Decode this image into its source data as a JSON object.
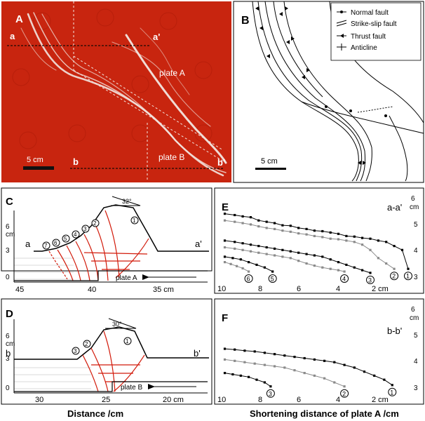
{
  "panels": {
    "A": {
      "letter": "A",
      "sec1": [
        "a",
        "a'"
      ],
      "sec2": [
        "b",
        "b'"
      ],
      "plate_a": "plate A",
      "plate_b": "plate B",
      "scale": "5 cm",
      "colors": {
        "bg": "#c8250f",
        "fault": "#f2e6e0"
      }
    },
    "B": {
      "letter": "B",
      "scale": "5 cm",
      "legend": [
        "Normal fault",
        "Strike-slip fault",
        "Thrust fault",
        "Anticline"
      ]
    },
    "C": {
      "letter": "C",
      "ends": [
        "a",
        "a'"
      ],
      "y_unit": "cm",
      "y_ticks": [
        "6",
        "3",
        "0"
      ],
      "x_ticks": [
        "45",
        "40",
        "35 cm"
      ],
      "angle": "32°",
      "plate": "plate A",
      "faults": [
        "7",
        "6",
        "5",
        "4",
        "3",
        "2",
        "1"
      ]
    },
    "D": {
      "letter": "D",
      "ends": [
        "b",
        "b'"
      ],
      "y_unit": "cm",
      "y_ticks": [
        "6",
        "3",
        "0"
      ],
      "x_ticks": [
        "30",
        "25",
        "20 cm"
      ],
      "angle": "30°",
      "plate": "plate B",
      "faults": [
        "3",
        "2",
        "1"
      ]
    },
    "E": {
      "letter": "E",
      "label": "a-a'",
      "x_ticks": [
        "10",
        "8",
        "6",
        "4",
        "2 cm"
      ],
      "y_ticks": [
        "6",
        "cm",
        "5",
        "4",
        "3"
      ]
    },
    "F": {
      "letter": "F",
      "label": "b-b'",
      "x_ticks": [
        "10",
        "8",
        "6",
        "4",
        "2 cm"
      ],
      "y_ticks": [
        "6",
        "cm",
        "5",
        "4",
        "3"
      ]
    }
  },
  "axis_titles": {
    "left": "Distance /cm",
    "right": "Shortening distance of plate A /cm"
  },
  "chart_data": [
    {
      "type": "line",
      "panel": "E",
      "xlabel": "Shortening distance of plate A /cm",
      "xlim": [
        10.5,
        1
      ],
      "ylim": [
        2.6,
        6.2
      ],
      "series": [
        {
          "name": "1",
          "x": [
            10.2,
            9.7,
            9.3,
            8.9,
            8.5,
            8.1,
            7.7,
            7.3,
            6.9,
            6.5,
            6.1,
            5.7,
            5.3,
            4.9,
            4.5,
            4.1,
            3.7,
            3.3,
            2.9,
            2.5,
            2.1,
            1.7,
            1.3,
            1.0
          ],
          "y": [
            5.35,
            5.3,
            5.25,
            5.22,
            5.1,
            5.05,
            5.0,
            4.92,
            4.9,
            4.82,
            4.78,
            4.72,
            4.7,
            4.65,
            4.6,
            4.52,
            4.5,
            4.45,
            4.42,
            4.35,
            4.3,
            4.15,
            4.0,
            3.3
          ]
        },
        {
          "name": "2",
          "x": [
            10.2,
            9.7,
            9.3,
            8.9,
            8.5,
            8.1,
            7.7,
            7.3,
            6.9,
            6.5,
            6.1,
            5.7,
            5.3,
            4.9,
            4.5,
            4.1,
            3.7,
            3.3,
            2.9,
            2.5,
            2.1,
            1.7
          ],
          "y": [
            5.1,
            5.05,
            5.0,
            4.95,
            4.88,
            4.82,
            4.78,
            4.72,
            4.68,
            4.62,
            4.58,
            4.52,
            4.48,
            4.42,
            4.4,
            4.35,
            4.3,
            4.2,
            4.0,
            3.7,
            3.5,
            3.3
          ]
        },
        {
          "name": "3",
          "x": [
            10.2,
            9.7,
            9.3,
            8.9,
            8.5,
            8.1,
            7.7,
            7.3,
            6.9,
            6.5,
            6.1,
            5.7,
            5.3,
            4.9,
            4.5,
            4.1,
            3.7,
            3.3,
            2.9
          ],
          "y": [
            4.35,
            4.3,
            4.25,
            4.2,
            4.15,
            4.1,
            4.05,
            4.0,
            3.95,
            3.9,
            3.85,
            3.8,
            3.75,
            3.65,
            3.55,
            3.45,
            3.35,
            3.25,
            3.15
          ]
        },
        {
          "name": "4",
          "x": [
            10.2,
            9.7,
            9.3,
            8.9,
            8.5,
            8.1,
            7.7,
            7.3,
            6.9,
            6.5,
            6.1,
            5.7,
            5.3,
            4.9,
            4.5,
            4.2
          ],
          "y": [
            4.1,
            4.05,
            4.0,
            3.95,
            3.9,
            3.85,
            3.8,
            3.75,
            3.7,
            3.6,
            3.5,
            3.42,
            3.35,
            3.3,
            3.25,
            3.2
          ]
        },
        {
          "name": "5",
          "x": [
            10.2,
            9.8,
            9.4,
            9.0,
            8.6,
            8.2,
            7.8
          ],
          "y": [
            3.75,
            3.7,
            3.65,
            3.55,
            3.45,
            3.35,
            3.2
          ]
        },
        {
          "name": "6",
          "x": [
            10.2,
            9.9,
            9.6,
            9.3,
            9.0
          ],
          "y": [
            3.55,
            3.48,
            3.4,
            3.32,
            3.2
          ]
        }
      ]
    },
    {
      "type": "line",
      "panel": "F",
      "xlabel": "Shortening distance of plate A /cm",
      "xlim": [
        10.5,
        1
      ],
      "ylim": [
        2.6,
        6.2
      ],
      "series": [
        {
          "name": "1",
          "x": [
            10.2,
            9.7,
            9.2,
            8.7,
            8.2,
            7.7,
            7.2,
            6.7,
            6.2,
            5.7,
            5.2,
            4.7,
            4.2,
            3.7,
            3.2,
            2.7,
            2.2,
            1.8
          ],
          "y": [
            4.45,
            4.42,
            4.38,
            4.35,
            4.3,
            4.25,
            4.2,
            4.15,
            4.1,
            4.05,
            4.0,
            3.95,
            3.85,
            3.75,
            3.6,
            3.45,
            3.3,
            3.1
          ]
        },
        {
          "name": "2",
          "x": [
            10.2,
            9.7,
            9.2,
            8.7,
            8.2,
            7.7,
            7.2,
            6.7,
            6.2,
            5.7,
            5.2,
            4.7,
            4.2
          ],
          "y": [
            4.05,
            4.0,
            3.95,
            3.9,
            3.85,
            3.8,
            3.75,
            3.65,
            3.55,
            3.45,
            3.35,
            3.2,
            3.05
          ]
        },
        {
          "name": "3",
          "x": [
            10.2,
            9.8,
            9.4,
            9.0,
            8.6,
            8.2,
            7.9
          ],
          "y": [
            3.55,
            3.5,
            3.45,
            3.4,
            3.3,
            3.2,
            3.05
          ]
        }
      ]
    }
  ]
}
